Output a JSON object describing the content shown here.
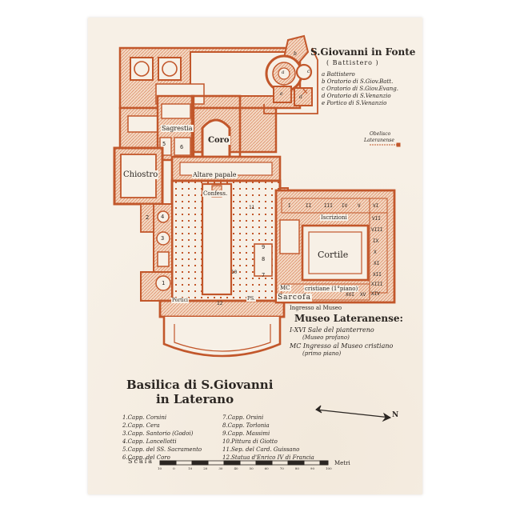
{
  "baptistery": {
    "title": "S.Giovanni in Fonte",
    "subtitle": "( Battistero )",
    "items": [
      "a Battistero",
      "b Oratorio di S.Giov.Batt.",
      "c Oratorio di S.Giov.Evang.",
      "d Oratorio di S.Venanzio",
      "e Portico di S.Venanzio"
    ],
    "letters": [
      "a",
      "b",
      "c",
      "d",
      "e"
    ]
  },
  "obelisk": {
    "line1": "Obelisco",
    "line2": "Lateranense"
  },
  "rooms": {
    "sagrestia": "Sagrestia",
    "coro": "Coro",
    "chiostro": "Chiostro",
    "altare": "Altare papale",
    "confess": "Confess.",
    "iscrizioni": "Iscrizioni",
    "cortile": "Cortile",
    "cristiane": "cristiane (1°piano)",
    "sarcofagi": "Sarcofa",
    "portici": "Portici",
    "ps": "PS.",
    "mc": "MC"
  },
  "chapel_numbers": [
    "1",
    "2",
    "3",
    "4",
    "5",
    "6",
    "7",
    "8",
    "9",
    "10",
    "11",
    "12"
  ],
  "museum_rooms": [
    "I",
    "II",
    "III",
    "IV",
    "V",
    "VI",
    "VII",
    "VIII",
    "IX",
    "X",
    "XI",
    "XII",
    "XIII",
    "XIV",
    "XV",
    "XVI"
  ],
  "museum": {
    "entrance": "Ingresso al Museo",
    "title": "Museo Lateranense:",
    "line1": "I-XVI Sale del pianterreno",
    "line2": "(Museo profano)",
    "line3": "MC Ingresso al Museo cristiano",
    "line4": "(primo piano)"
  },
  "basilica": {
    "line1": "Basilica di S.Giovanni",
    "line2": "in Laterano"
  },
  "legend_left": [
    "1.Capp. Corsini",
    "2.Capp. Cera",
    "3.Capp. Santorio (Godoi)",
    "4.Capp. Lancellotti",
    "5.Capp. del SS. Sacramento",
    "6.Capp. del Coro"
  ],
  "legend_right": [
    "7.Capp. Orsini",
    "8.Capp. Torlonia",
    "9.Capp. Massimi",
    "10.Pittura di Giotto",
    "11.Sep. del Card. Guissano",
    "12.Statua d'Enrico IV di Francia"
  ],
  "scale": {
    "label": "Scala",
    "ticks": [
      "10",
      "0",
      "10",
      "20",
      "30",
      "40",
      "50",
      "60",
      "70",
      "80",
      "90",
      "100"
    ],
    "unit": "Metri"
  },
  "north": "N",
  "colors": {
    "ink": "#c2572b",
    "ink_light": "#e9a27c",
    "paper": "#f7f0e6",
    "text": "#2b2622"
  }
}
